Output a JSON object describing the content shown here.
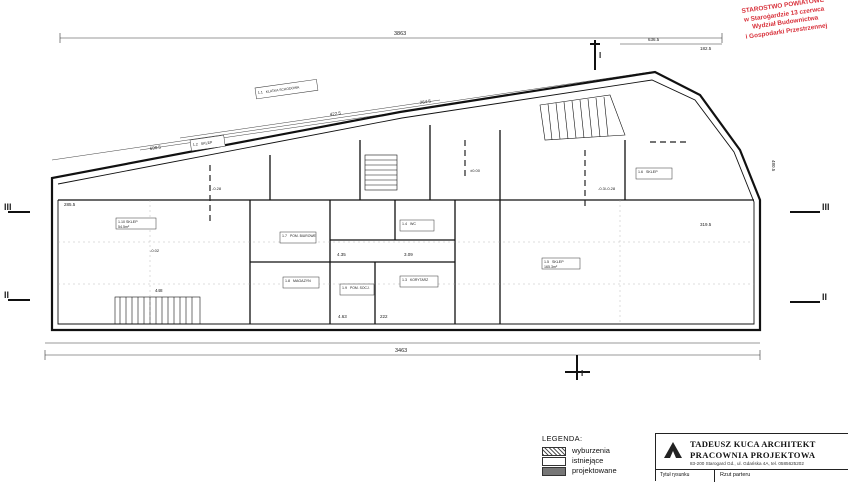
{
  "stamp": {
    "line1": "STAROSTWO POWIATOWE",
    "line2": "w Staroġardzie 13 czerwca",
    "line3": "Wydział Budownictwa",
    "line4": "i Gospodarki Przestrzennej"
  },
  "dimensions": {
    "top_total": "3863",
    "top_segment_right": "636.5",
    "top_segment_small": "182.5",
    "bottom_total": "3463",
    "diag_1": "690.5",
    "diag_2": "422.5",
    "diag_3": "264.5",
    "left_segment": "285.5",
    "left_bottom_width": "448",
    "right_vertical": "480.5",
    "right_lower": "319.5",
    "mid_pair_a": "4.35",
    "mid_pair_b": "3.09",
    "span_a": "4.63",
    "span_b": "222"
  },
  "sections": {
    "left_top": "III",
    "left_bottom": "II",
    "right_top": "III",
    "right_bottom": "II",
    "cut_top": "I",
    "cut_bottom": "I"
  },
  "rooms": [
    {
      "code": "1.10",
      "name": "SKLEP",
      "area": "54.5m²"
    },
    {
      "code": "1.5",
      "name": "SKLEP",
      "area": "165.3m²"
    },
    {
      "code": "1.7",
      "name": "POM. BIUROWE",
      "area": ""
    },
    {
      "code": "1.8",
      "name": "MAGAZYN",
      "area": ""
    },
    {
      "code": "1.9",
      "name": "POM. SOCJ.",
      "area": ""
    },
    {
      "code": "1.4",
      "name": "WC",
      "area": ""
    },
    {
      "code": "1.3",
      "name": "KORYTARZ",
      "area": ""
    },
    {
      "code": "1.1",
      "name": "KLATKA SCHODOWA",
      "area": ""
    },
    {
      "code": "1.6",
      "name": "SKLEP",
      "area": ""
    },
    {
      "code": "1.2",
      "name": "SKLEP",
      "area": ""
    }
  ],
  "levels": {
    "a": "-0.28",
    "b": "-0.02",
    "c": "±0.00",
    "d": "-0.3/-0.28"
  },
  "legend": {
    "title": "LEGENDA:",
    "items": [
      "wyburzenia",
      "istniejące",
      "projektowane"
    ]
  },
  "titleblock": {
    "firm_line1": "TADEUSZ KUCA ARCHITEKT",
    "firm_line2": "PRACOWNIA PROJEKTOWA",
    "address": "83-200 Starogard Gd., ul. Gdańska 4A, tel. 0585625202",
    "row_label": "Tytuł rysunku",
    "row_value": "Rzut parteru"
  },
  "colors": {
    "stamp": "#d8303a",
    "line": "#222222",
    "hatch": "#555555"
  }
}
